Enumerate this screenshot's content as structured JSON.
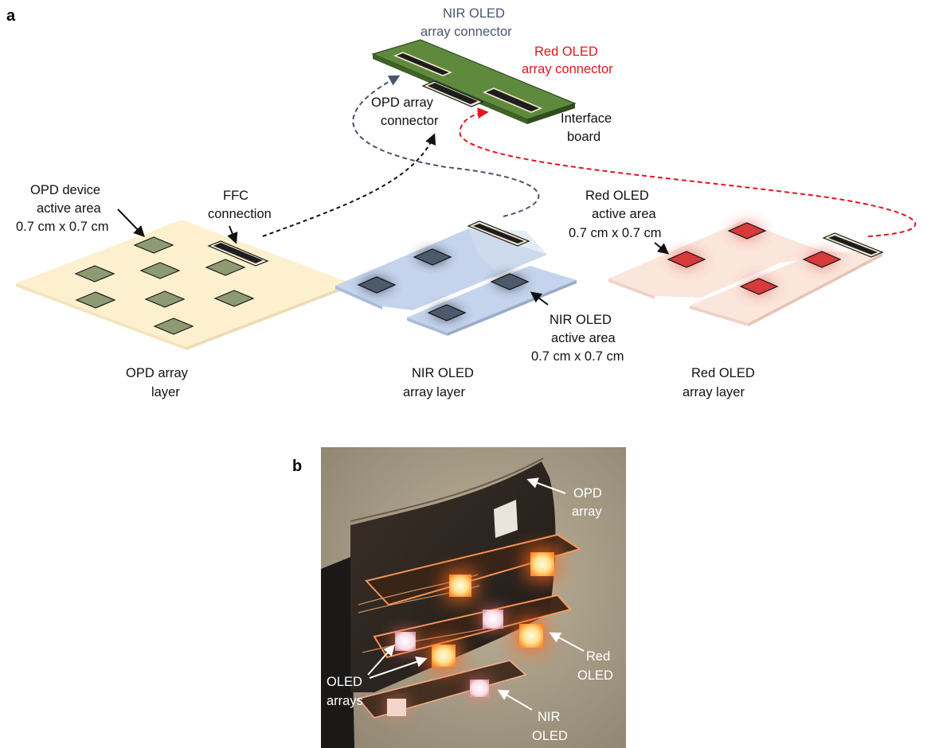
{
  "panel_labels": {
    "a": "a",
    "b": "b"
  },
  "interface_board": {
    "nir_connector_label": [
      "NIR OLED",
      "array  connector"
    ],
    "red_connector_label": [
      "Red OLED",
      "array connector"
    ],
    "opd_connector_label": [
      "OPD array",
      "connector"
    ],
    "board_label": [
      "Interface",
      "board"
    ]
  },
  "opd_layer": {
    "device_label": [
      "OPD device",
      "active area",
      "0.7 cm x 0.7 cm"
    ],
    "ffc_label": [
      "FFC",
      "connection"
    ],
    "layer_label": [
      "OPD array",
      "layer"
    ]
  },
  "nir_layer": {
    "area_label": [
      "NIR OLED",
      "active area",
      "0.7 cm x 0.7 cm"
    ],
    "layer_label": [
      "NIR OLED",
      "array layer"
    ]
  },
  "red_layer": {
    "area_label": [
      "Red OLED",
      "active area",
      "0.7 cm x 0.7 cm"
    ],
    "layer_label": [
      "Red OLED",
      "array layer"
    ]
  },
  "photo": {
    "opd_label": [
      "OPD",
      "array"
    ],
    "red_label": [
      "Red",
      "OLED"
    ],
    "oled_arrays_label": [
      "OLED",
      "arrays"
    ],
    "nir_label": [
      "NIR",
      "OLED"
    ]
  },
  "colors": {
    "board_green": "#5f8a3e",
    "opd_substrate": "#fdf0cf",
    "opd_pixel": "#8e9a72",
    "nir_substrate": "#c5d4ec",
    "nir_pixel": "#4d5a6b",
    "red_substrate": "#fbe6dc",
    "red_pixel": "#d63a3a",
    "arrow_gray": "#4a566b",
    "arrow_red": "#e3161c"
  }
}
